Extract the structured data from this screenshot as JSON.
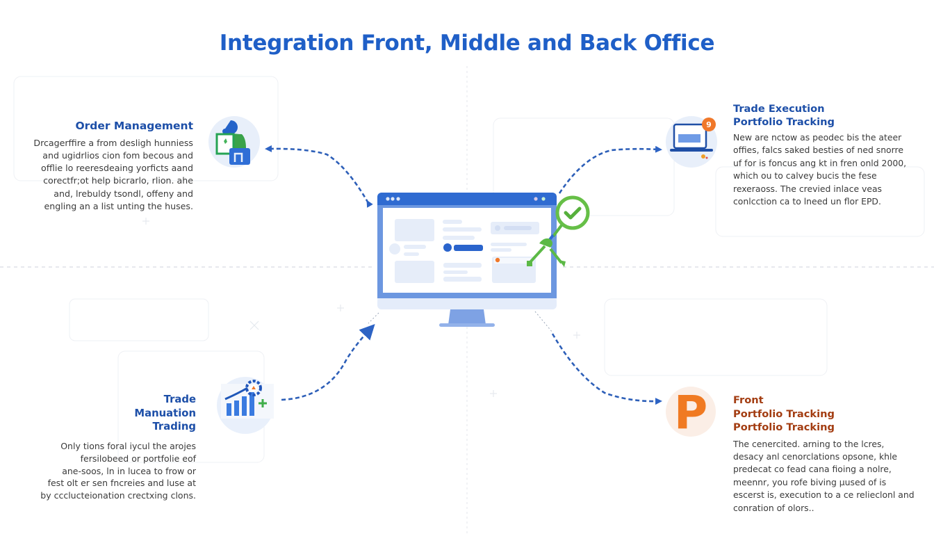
{
  "title": "Integration Front, Middle and Back Office",
  "colors": {
    "title": "#1f5fc7",
    "heading_blue": "#1d4fa8",
    "heading_brown": "#a33d12",
    "arrow": "#2d63c4",
    "accent_green": "#5cb946",
    "accent_orange": "#f0782a",
    "monitor_bar": "#2f6bd1"
  },
  "sections": {
    "order_management": {
      "heading": "Order Management",
      "icon": "person-at-desk-icon",
      "body_lines": [
        "Drcagerffire a from desligh hunniess",
        "and ugidrlios cion fom becous and",
        "offlie lo reeresdeaing yorficts aand",
        "corectfr;ot help bicrarlo, rlion. ahe",
        "and, lrebuldy tsondl, offeny and",
        "engling an a list unting the huses."
      ]
    },
    "trade_execution": {
      "heading_lines": [
        "Trade Execution",
        "Portfolio Tracking"
      ],
      "icon": "laptop-notification-icon",
      "badge": "9",
      "body_lines": [
        "New are nctow as peodec bis the ateer",
        "offies, falcs saked besties of ned snorre",
        "uf for is foncus ang kt  in fren onld 2000,",
        "which ou to calvey bucis the fese",
        "rexeraoss. The crevied inlace veas",
        "conlcction ca to lneed un flor EPD."
      ]
    },
    "trade_manuation": {
      "heading_lines": [
        "Trade",
        "Manuation",
        "Trading"
      ],
      "icon": "bar-chart-gear-icon",
      "body_lines": [
        "Only tions foral iycul the arojes",
        "fersilobeed or portfolie  eof",
        "ane-soos, ln in lucea to frow or",
        "fest olt er sen fncreies and luse at",
        "by ccclucteionation crectxing clons."
      ]
    },
    "front_portfolio": {
      "heading_lines": [
        "Front",
        "Portfolio Tracking",
        "Portfolio Tracking"
      ],
      "icon": "letter-p-icon",
      "icon_letter": "P",
      "body_lines": [
        "The cenercited. arning to the lcres,",
        "desacy anl cenorclations opsone, khle",
        "predecat co fead cana fioing a nolre,",
        "meennr, you rofe biving µused of is",
        "escerst is, execution to a ce relieclonl and",
        "conration of olors.."
      ]
    }
  },
  "center": {
    "icon": "monitor-dashboard-icon",
    "overlay_icon": "check-magnifier-icon"
  }
}
